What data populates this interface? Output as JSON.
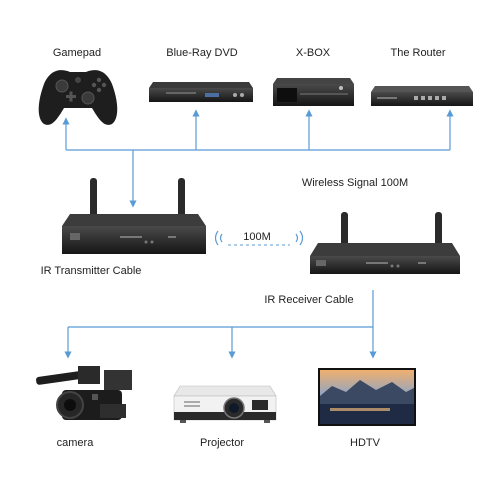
{
  "sources": {
    "gamepad": "Gamepad",
    "dvd": "Blue-Ray DVD",
    "xbox": "X-BOX",
    "router": "The Router"
  },
  "signal": {
    "wireless": "Wireless Signal 100M",
    "distance": "100M"
  },
  "transmitter": {
    "label": "IR Transmitter Cable"
  },
  "receiver": {
    "label": "IR Receiver Cable"
  },
  "outputs": {
    "camera": "camera",
    "projector": "Projector",
    "hdtv": "HDTV"
  },
  "colors": {
    "connector": "#5b9bd5",
    "device": "#2a2a2a"
  }
}
